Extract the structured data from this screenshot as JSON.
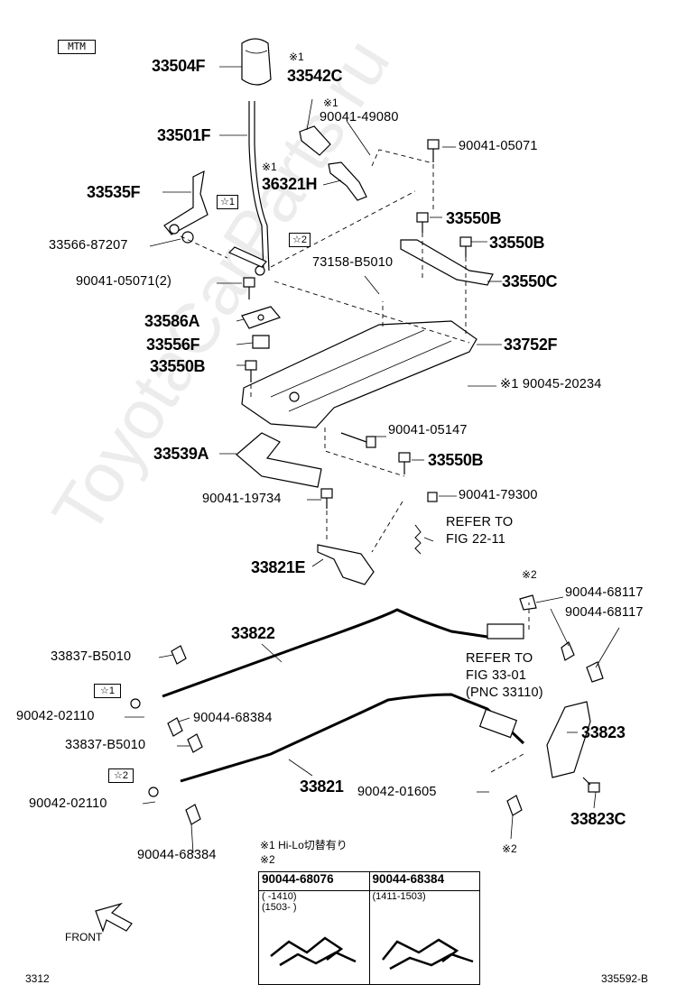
{
  "header": {
    "tag": "MTM"
  },
  "watermark": "ToyotaCarParts.ru",
  "parts": {
    "p33504F": "33504F",
    "note_x1_a": "※1",
    "p33542C": "33542C",
    "note_x1_b": "※1",
    "p90041_49080": "90041-49080",
    "p33501F": "33501F",
    "p90041_05071": "90041-05071",
    "note_x1_c": "※1",
    "p36321H": "36321H",
    "p33535F": "33535F",
    "star1_tag": "☆1",
    "p33550B_1": "33550B",
    "p33550B_2": "33550B",
    "p33566_87207": "33566-87207",
    "star2_tag": "☆2",
    "p73158_B5010": "73158-B5010",
    "p90041_05071_2": "90041-05071(2)",
    "p33550C": "33550C",
    "p33586A": "33586A",
    "p33752F": "33752F",
    "p33556F": "33556F",
    "p33550B_3": "33550B",
    "p90045_20234": "※1  90045-20234",
    "p90041_05147": "90041-05147",
    "p33539A": "33539A",
    "p33550B_4": "33550B",
    "p90041_19734": "90041-19734",
    "p90041_79300": "90041-79300",
    "refer1_line1": "REFER TO",
    "refer1_line2": "FIG 22-11",
    "p33821E": "33821E",
    "note_x2_a": "※2",
    "p90044_68117_a": "90044-68117",
    "p90044_68117_b": "90044-68117",
    "p33822": "33822",
    "p33837_B5010_a": "33837-B5010",
    "refer2_line1": "REFER TO",
    "refer2_line2": "FIG 33-01",
    "refer2_line3": "(PNC 33110)",
    "star1_tag_b": "☆1",
    "p90042_02110_a": "90042-02110",
    "p90044_68384_a": "90044-68384",
    "p33823": "33823",
    "p33837_B5010_b": "33837-B5010",
    "star2_tag_b": "☆2",
    "p33821": "33821",
    "p90042_01605": "90042-01605",
    "p33823C": "33823C",
    "p90042_02110_b": "90042-02110",
    "note_x2_b": "※2",
    "p90044_68384_b": "90044-68384"
  },
  "notes": {
    "note1": "※1 Hi-Lo切替有り",
    "note2": "※2"
  },
  "legend_table": {
    "col1_header": "90044-68076",
    "col2_header": "90044-68384",
    "col1_line1": "(      -1410)",
    "col1_line2": "(1503-       )",
    "col2_line1": "(1411-1503)"
  },
  "footer": {
    "front_label": "FRONT",
    "page_number": "3312",
    "figure_code": "335592-B"
  }
}
